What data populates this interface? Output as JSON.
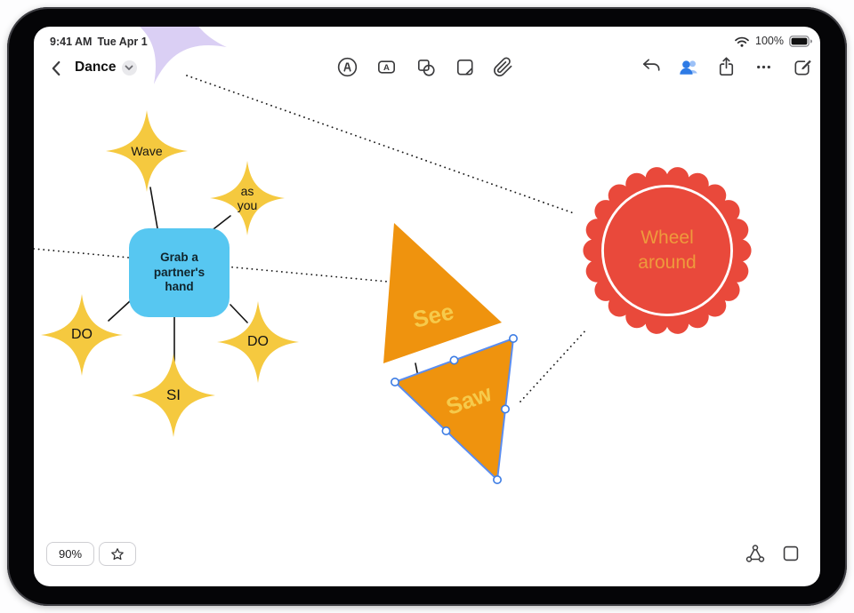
{
  "status_bar": {
    "time": "9:41 AM",
    "date": "Tue Apr 1",
    "battery_percent": "100%"
  },
  "navbar": {
    "board_title": "Dance"
  },
  "icons": {
    "back": "chevron-left",
    "title_disclosure": "chevron-down",
    "draw_tool": "marker-in-circle",
    "text_tool": "textbox-a",
    "shapes_tool": "overlapping-shapes",
    "sticky_tool": "sticky-note",
    "attach_tool": "paperclip",
    "undo": "undo-arrow",
    "collaborate": "people-blue",
    "share": "square-arrow-up",
    "more": "ellipsis",
    "new_board": "compose",
    "favorite": "star-outline",
    "connector_mode": "node-graph",
    "frame_mode": "square-outline",
    "wifi": "wifi",
    "battery": "battery-full"
  },
  "canvas": {
    "mind_map": {
      "center": {
        "label": "Grab a partner's hand",
        "color": "#57C7F1"
      },
      "satellites": [
        {
          "label": "Wave"
        },
        {
          "label": "as you"
        },
        {
          "label": "DO"
        },
        {
          "label": "DO"
        },
        {
          "label": "SI"
        }
      ],
      "satellite_color": "#F5C93F"
    },
    "triangles": [
      {
        "label": "See",
        "selected": false
      },
      {
        "label": "Saw",
        "selected": true
      }
    ],
    "triangle_color": "#EF930E",
    "seal": {
      "label": "Wheel around",
      "fill": "#E9493B",
      "text_color": "#EE9A3C"
    },
    "decor_shape_color": "#DACFF4"
  },
  "footer": {
    "zoom": "90%"
  },
  "colors": {
    "selection_blue": "#3D7DE4",
    "toolbar_icon_gray": "#3A3A3C",
    "collab_blue": "#2E7BE5"
  }
}
